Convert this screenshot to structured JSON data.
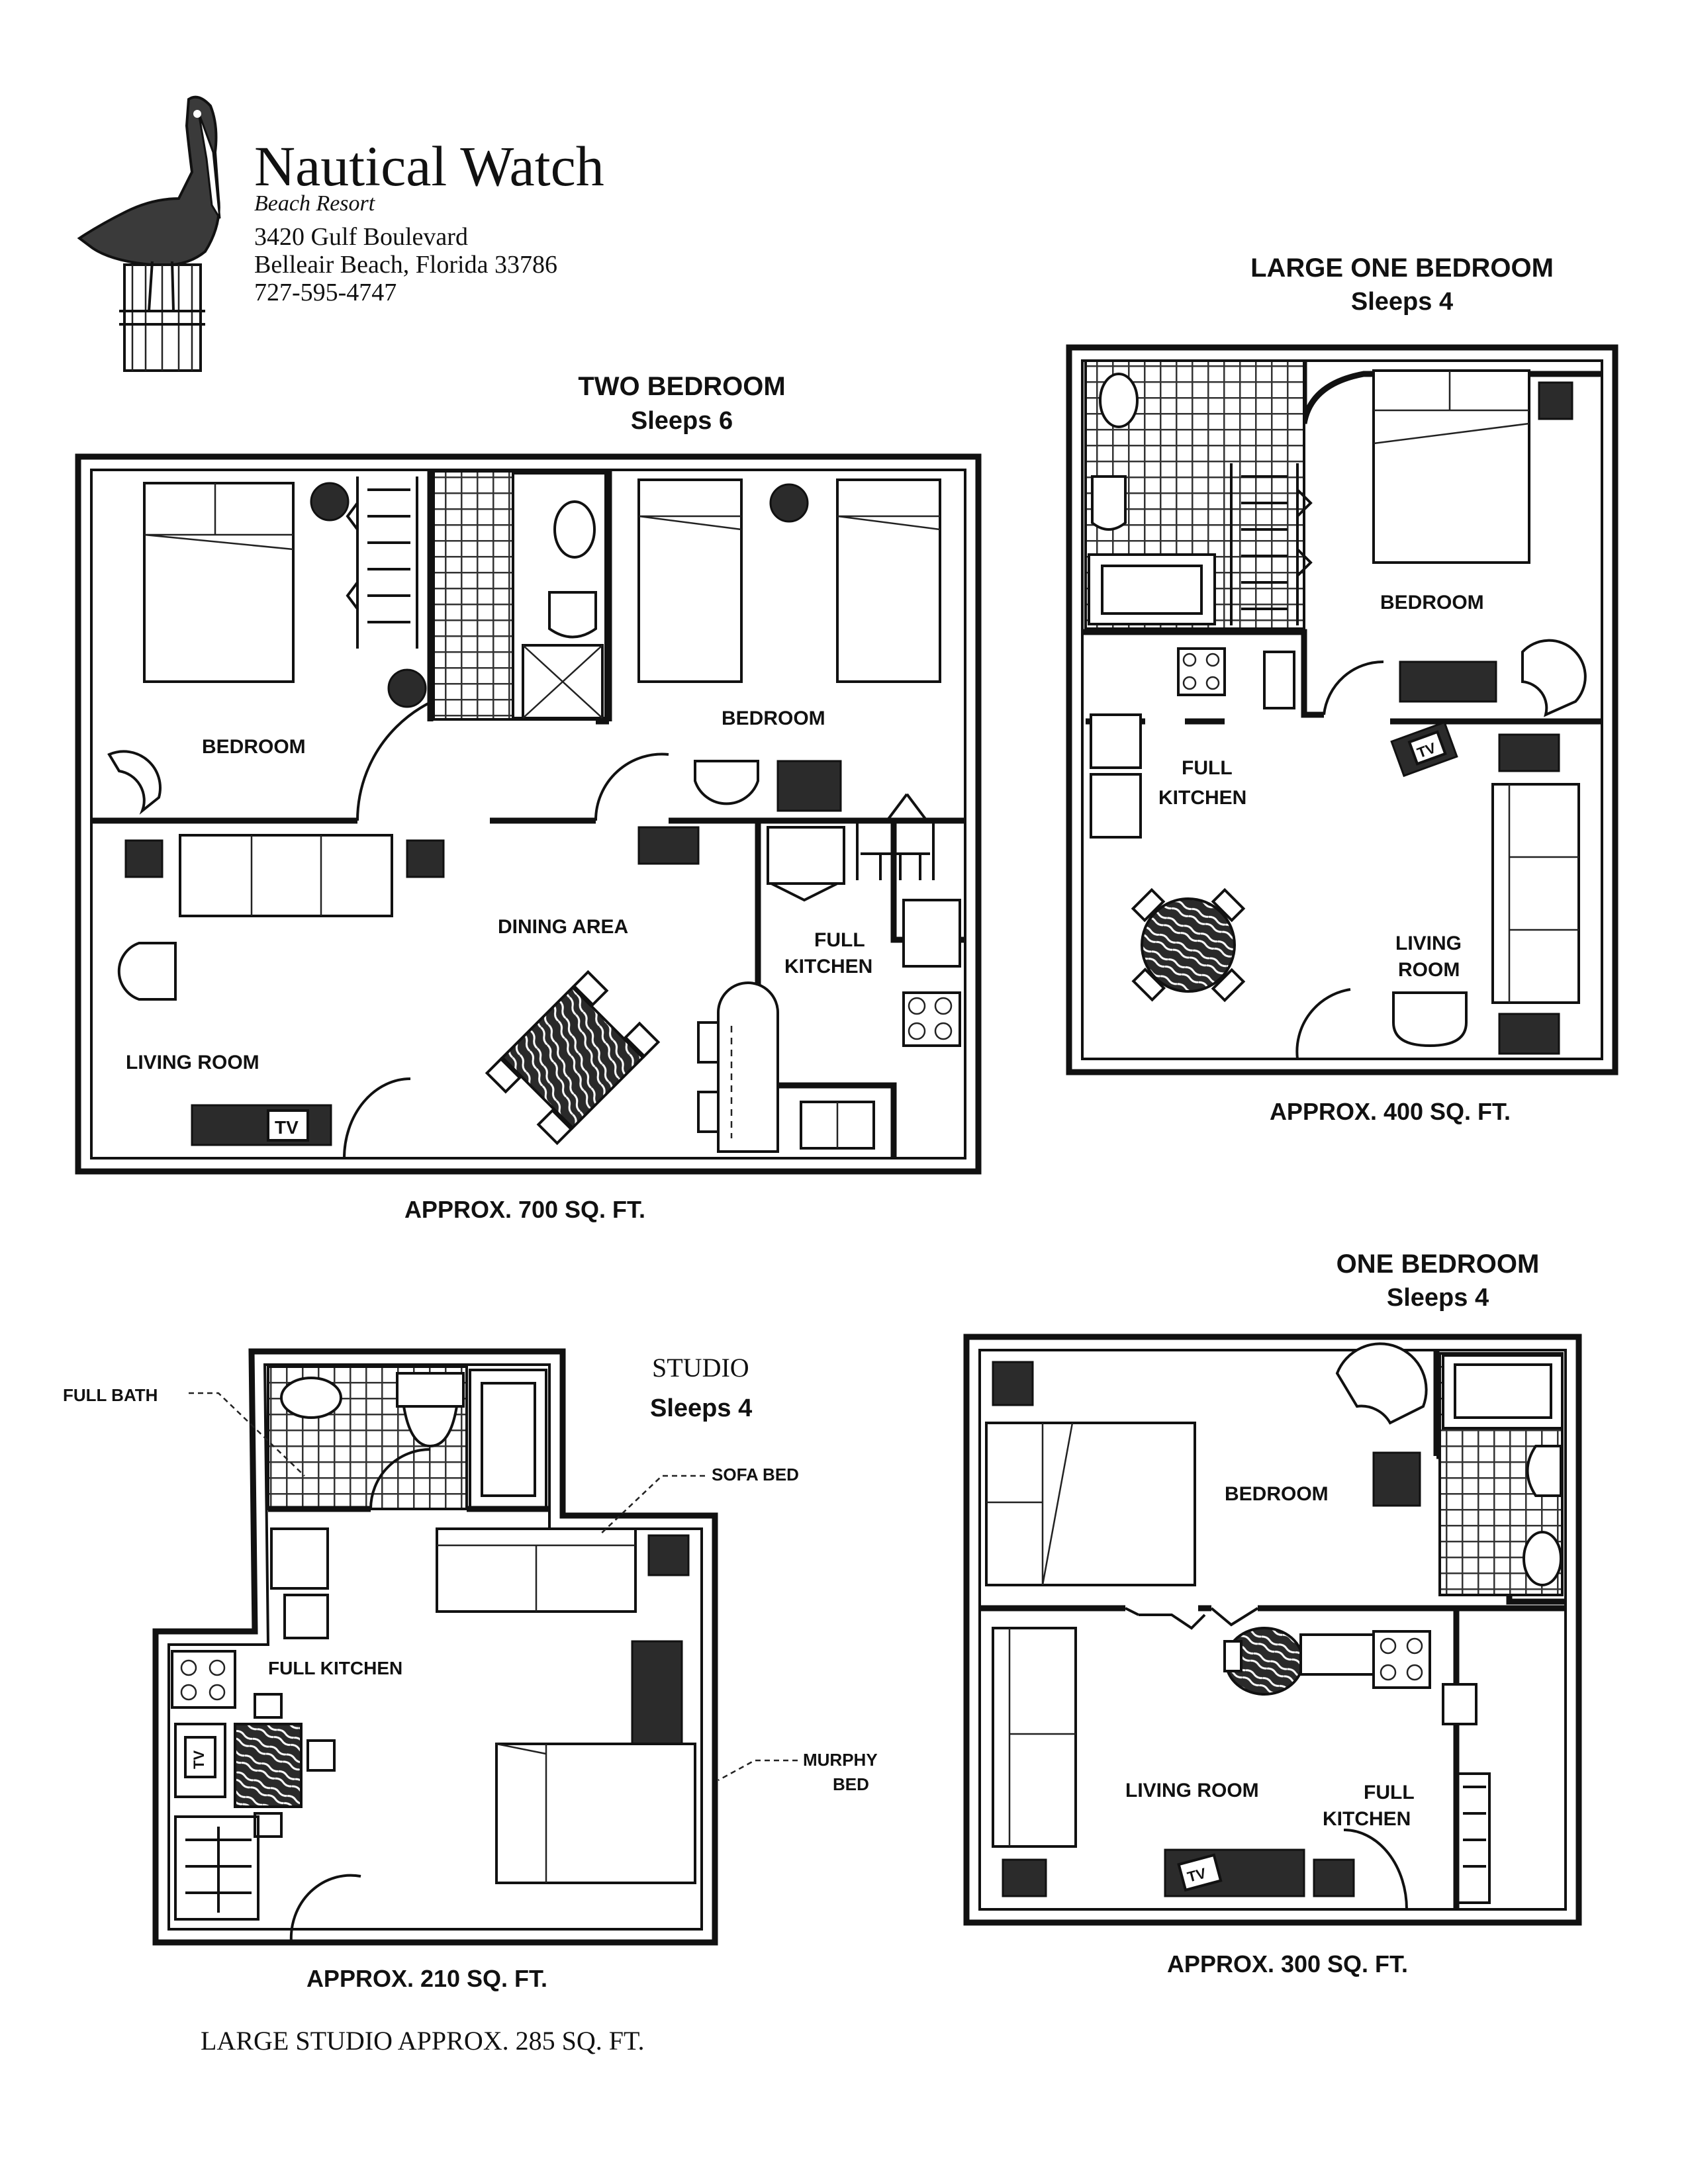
{
  "header": {
    "brand_name": "Nautical Watch",
    "brand_sub": "Beach Resort",
    "address_line1": "3420 Gulf Boulevard",
    "address_line2": "Belleair Beach, Florida 33786",
    "phone": "727-595-4747",
    "logo_icon": "pelican-logo-icon"
  },
  "plans": {
    "two_bedroom": {
      "title": "TWO BEDROOM",
      "sleeps": "Sleeps 6",
      "area": "APPROX. 700 SQ. FT.",
      "rooms": {
        "bedroom_left": "BEDROOM",
        "bedroom_right": "BEDROOM",
        "dining": "DINING AREA",
        "kitchen_line1": "FULL",
        "kitchen_line2": "KITCHEN",
        "living": "LIVING ROOM",
        "tv": "TV"
      }
    },
    "large_one_bedroom": {
      "title": "LARGE ONE BEDROOM",
      "sleeps": "Sleeps 4",
      "area": "APPROX. 400 SQ. FT.",
      "rooms": {
        "bedroom": "BEDROOM",
        "kitchen_line1": "FULL",
        "kitchen_line2": "KITCHEN",
        "living_line1": "LIVING",
        "living_line2": "ROOM",
        "tv": "TV"
      }
    },
    "studio": {
      "title": "STUDIO",
      "sleeps": "Sleeps 4",
      "area": "APPROX. 210 SQ. FT.",
      "note": "LARGE STUDIO APPROX. 285 SQ. FT.",
      "rooms": {
        "full_bath": "FULL BATH",
        "sofa_bed": "SOFA BED",
        "kitchen": "FULL KITCHEN",
        "murphy_line1": "MURPHY",
        "murphy_line2": "BED",
        "tv": "TV"
      }
    },
    "one_bedroom": {
      "title": "ONE BEDROOM",
      "sleeps": "Sleeps 4",
      "area": "APPROX. 300 SQ. FT.",
      "rooms": {
        "bedroom": "BEDROOM",
        "living": "LIVING ROOM",
        "kitchen_line1": "FULL",
        "kitchen_line2": "KITCHEN",
        "tv": "TV"
      }
    }
  }
}
